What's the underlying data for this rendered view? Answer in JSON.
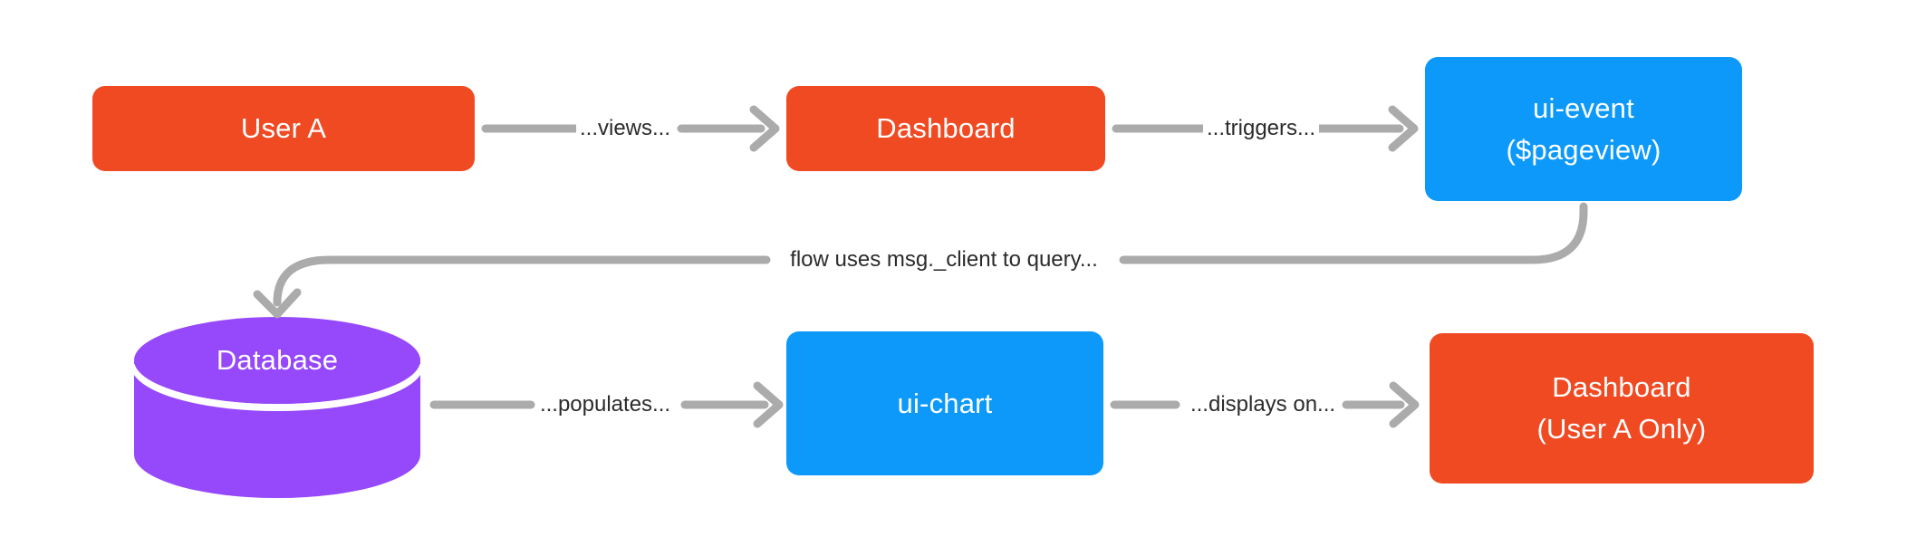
{
  "diagram": {
    "nodes": {
      "user_a": {
        "label": "User A",
        "color": "#F04A23",
        "shape": "rect"
      },
      "dashboard": {
        "label": "Dashboard",
        "color": "#F04A23",
        "shape": "rect"
      },
      "ui_event": {
        "label_line1": "ui-event",
        "label_line2": "($pageview)",
        "color": "#0D99FA",
        "shape": "rect"
      },
      "database": {
        "label": "Database",
        "color": "#9648FB",
        "shape": "cylinder"
      },
      "ui_chart": {
        "label": "ui-chart",
        "color": "#0D99FA",
        "shape": "rect"
      },
      "dashboard_user_a": {
        "label_line1": "Dashboard",
        "label_line2": "(User A Only)",
        "color": "#F04A23",
        "shape": "rect"
      }
    },
    "edges": {
      "views": {
        "label": "...views..."
      },
      "triggers": {
        "label": "...triggers..."
      },
      "query": {
        "label": "flow uses msg._client to query..."
      },
      "populates": {
        "label": "...populates..."
      },
      "displays_on": {
        "label": "...displays on..."
      }
    },
    "colors": {
      "connector": "#ABABAB",
      "edge_label_text": "#2B2B2B",
      "node_text": "#FFFFFF",
      "background": "#FFFFFF",
      "cylinder_seam": "#FFFFFF"
    }
  }
}
